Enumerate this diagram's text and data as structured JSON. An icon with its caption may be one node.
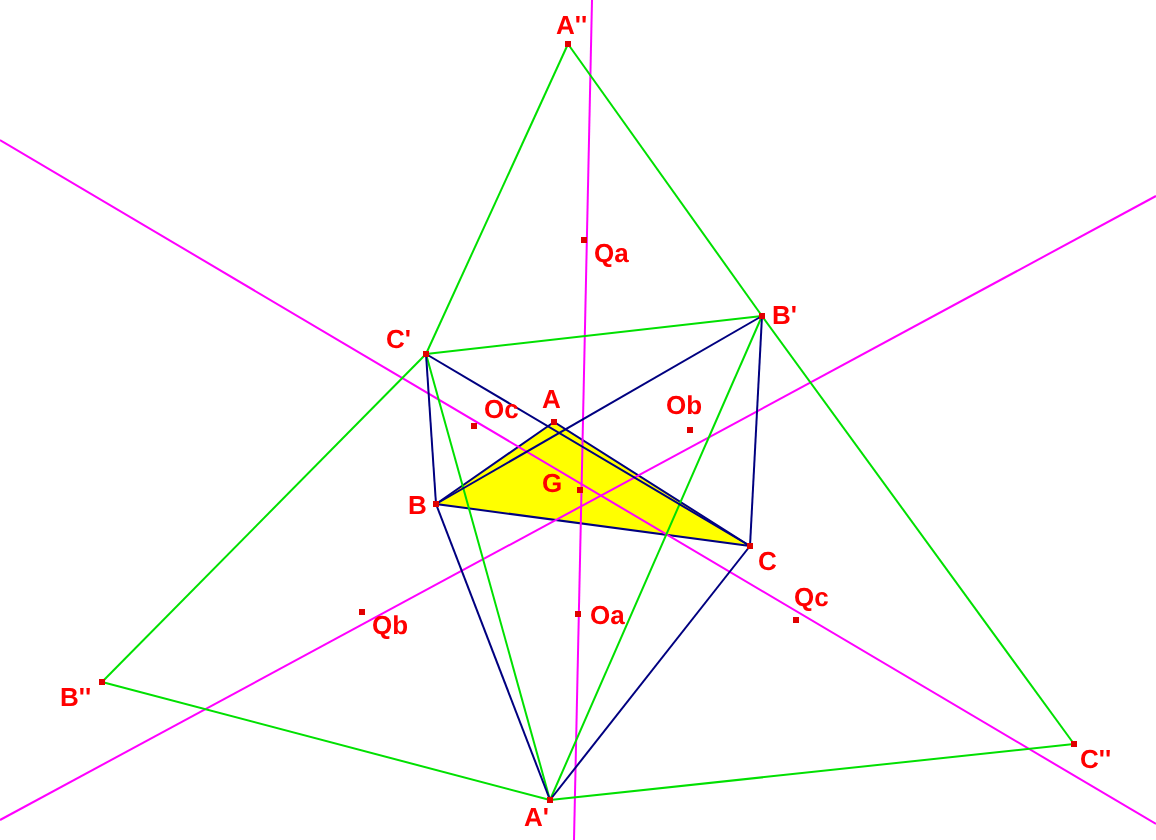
{
  "diagram": {
    "labels": [
      "A''",
      "Qa",
      "C'",
      "B'",
      "A",
      "Oc",
      "Ob",
      "G",
      "B",
      "C",
      "Qc",
      "Qb",
      "Oa",
      "B''",
      "C''",
      "A'"
    ]
  }
}
